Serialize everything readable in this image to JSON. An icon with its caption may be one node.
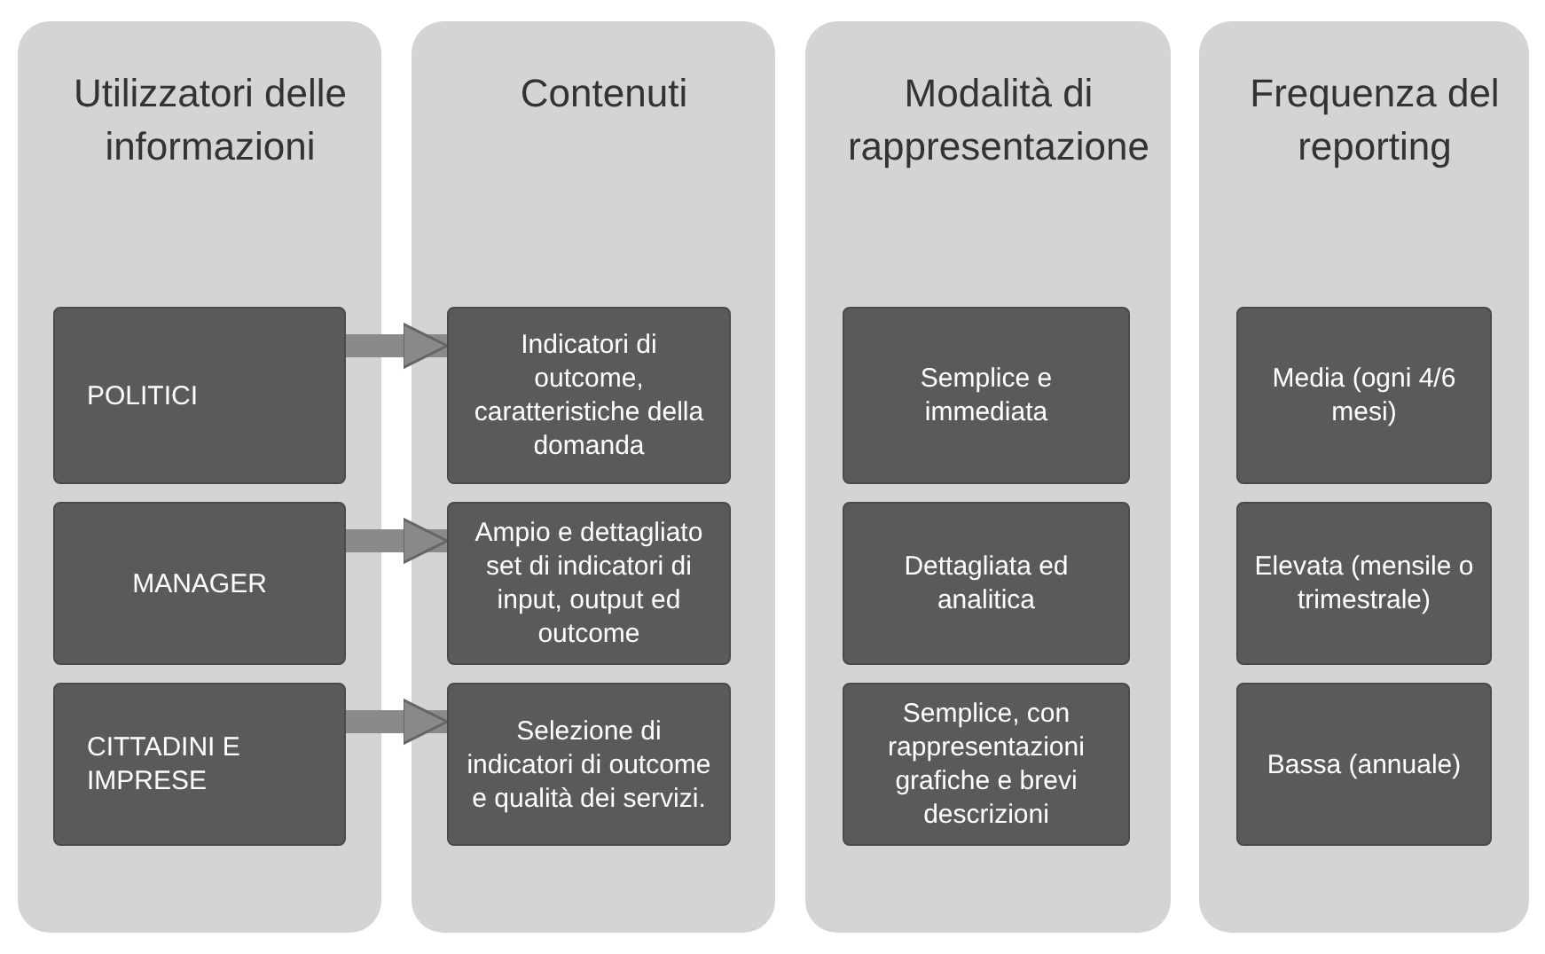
{
  "diagram": {
    "nodes": [
      {
        "text": [
          "Utilizzatori delle informazioni"
        ]
      },
      {
        "text": [
          "POLITICI"
        ],
        "in": 0
      },
      {
        "text": [
          "MANAGER"
        ],
        "in": 0
      },
      {
        "text": [
          "CITTADINI E IMPRESE"
        ],
        "in": 0
      },
      {
        "text": [
          "Contenuti"
        ]
      },
      {
        "text": [
          "Indicatori di outcome, caratteristiche della domanda"
        ],
        "in": 4
      },
      {
        "text": [
          "Ampio e dettagliato set di indicatori di input, output ed outcome"
        ],
        "in": 4
      },
      {
        "text": [
          "Selezione di indicatori di outcome e qualità dei servizi."
        ],
        "in": 4
      },
      {
        "text": [
          "Modalità di rappresentazione"
        ]
      },
      {
        "text": [
          "Semplice e immediata"
        ],
        "in": 8
      },
      {
        "text": [
          "Dettagliata ed analitica"
        ],
        "in": 8
      },
      {
        "text": [
          "Semplice, con rappresentazioni grafiche e brevi descrizioni"
        ],
        "in": 8
      },
      {
        "text": [
          "Frequenza del reporting"
        ]
      },
      {
        "text": [
          "Media (ogni 4/6 mesi)"
        ],
        "in": 12
      },
      {
        "text": [
          "Elevata (mensile o trimestrale)"
        ],
        "in": 12
      },
      {
        "text": [
          "Bassa (annuale)"
        ],
        "in": 12
      }
    ],
    "edges": [
      {
        "from": 1,
        "to": 5,
        "arrow": "to"
      },
      {
        "from": 2,
        "to": 6,
        "arrow": "to"
      },
      {
        "from": 3,
        "to": 7,
        "arrow": "to"
      }
    ]
  }
}
